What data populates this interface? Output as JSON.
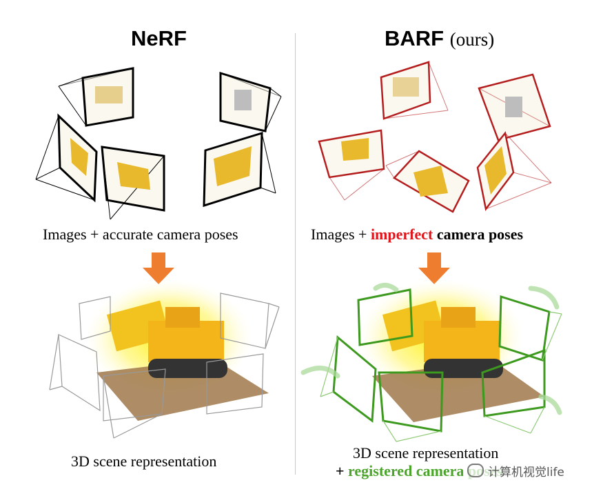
{
  "left": {
    "title": "NeRF",
    "caption_top": "Images + accurate camera poses",
    "caption_bottom": "3D scene representation"
  },
  "right": {
    "title": "BARF",
    "title_suffix": "(ours)",
    "caption_top_prefix": "Images + ",
    "caption_top_highlight": "imperfect",
    "caption_top_suffix": " camera poses",
    "caption_bottom_line1": "3D scene representation",
    "caption_bottom_plus": "+ ",
    "caption_bottom_line2": "registered camera poses"
  },
  "watermark": "计算机视觉life",
  "colors": {
    "nerf_frame": "#000000",
    "barf_initial_frame": "#b51e1e",
    "barf_registered_frame": "#3d9a1f",
    "arrow": "#ef7d2f",
    "highlight_red": "#e0141a",
    "highlight_green": "#4aa52a"
  }
}
